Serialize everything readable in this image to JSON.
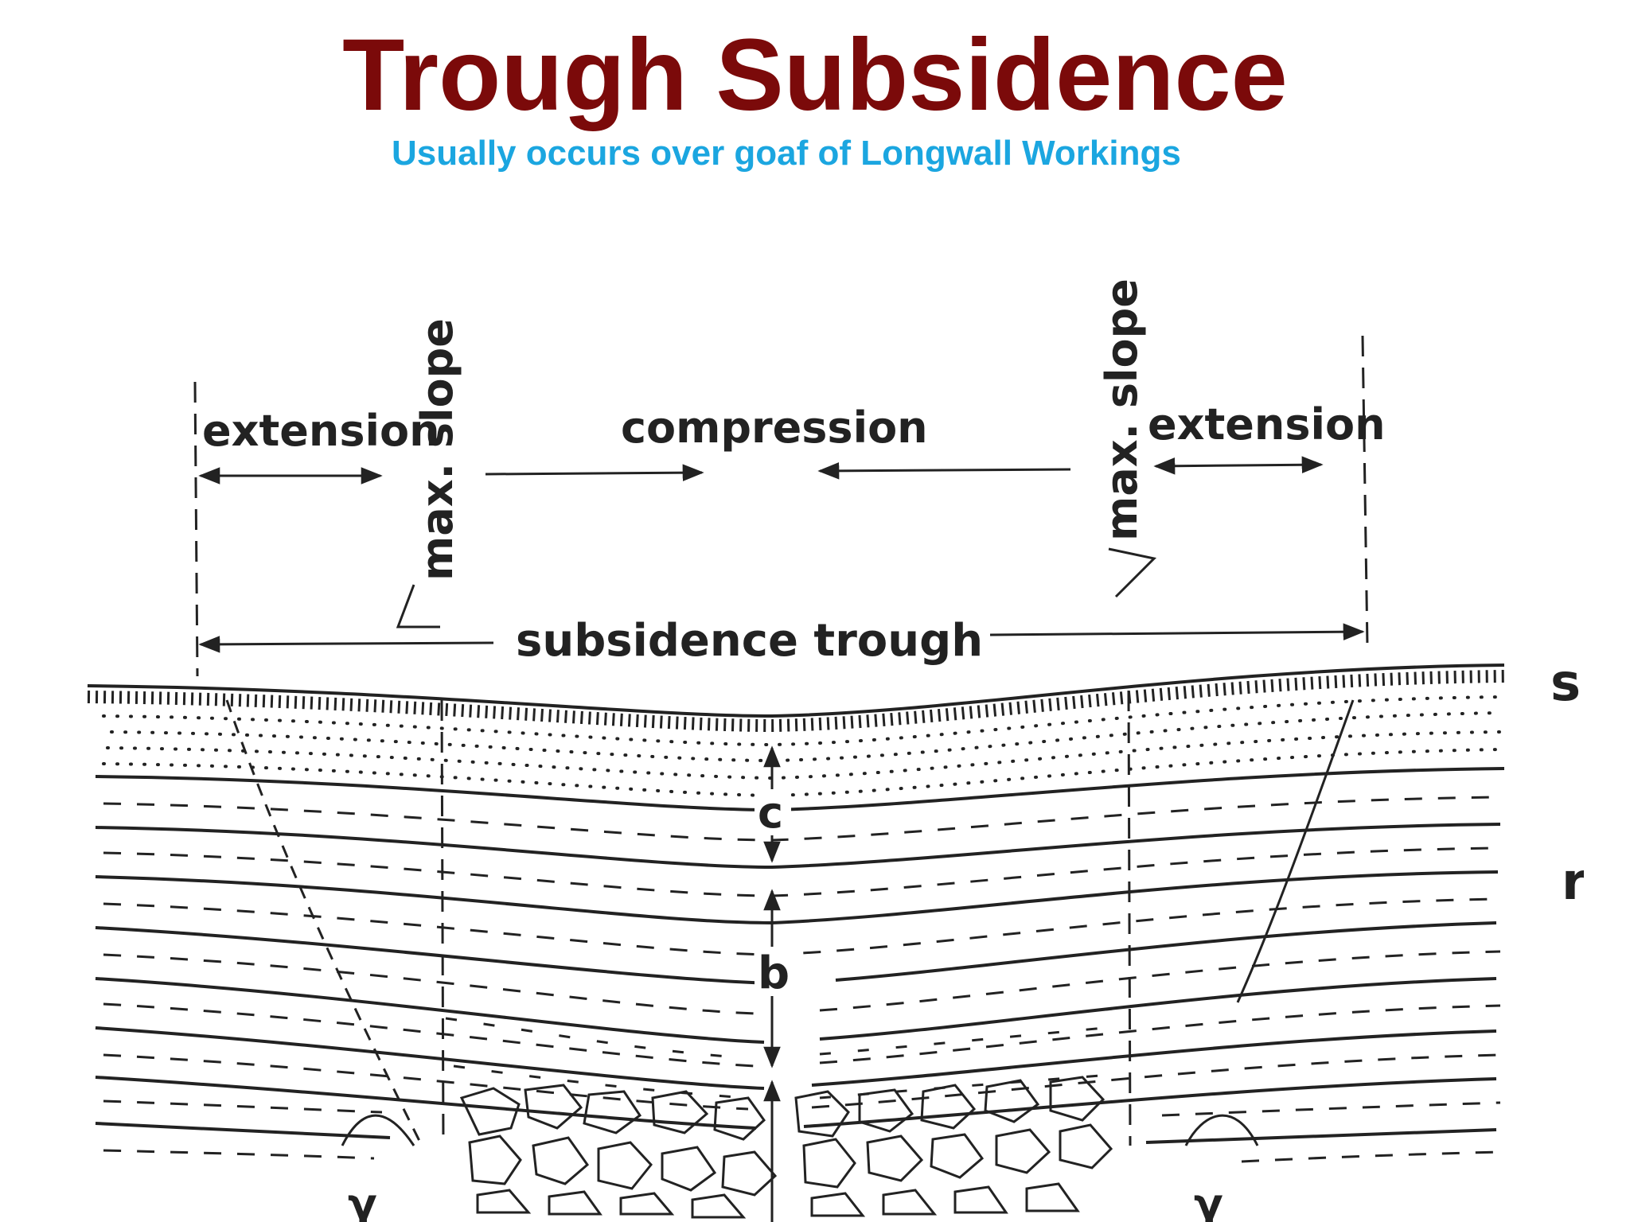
{
  "slide": {
    "title": "Trough Subsidence",
    "subtitle": "Usually occurs over goaf of Longwall Workings"
  },
  "diagram": {
    "labels": {
      "extension_left": "extension",
      "max_slope_left": "max. slope",
      "compression": "compression",
      "max_slope_right": "max. slope",
      "extension_right": "extension",
      "subsidence_trough": "subsidence trough",
      "zone_c": "c",
      "zone_b": "b",
      "edge_s": "s",
      "edge_r": "r",
      "cave_left": "γ",
      "cave_right": "γ"
    },
    "colors": {
      "ink": "#222222",
      "title": "#7b0a0a",
      "subtitle": "#1ba6e0"
    }
  }
}
